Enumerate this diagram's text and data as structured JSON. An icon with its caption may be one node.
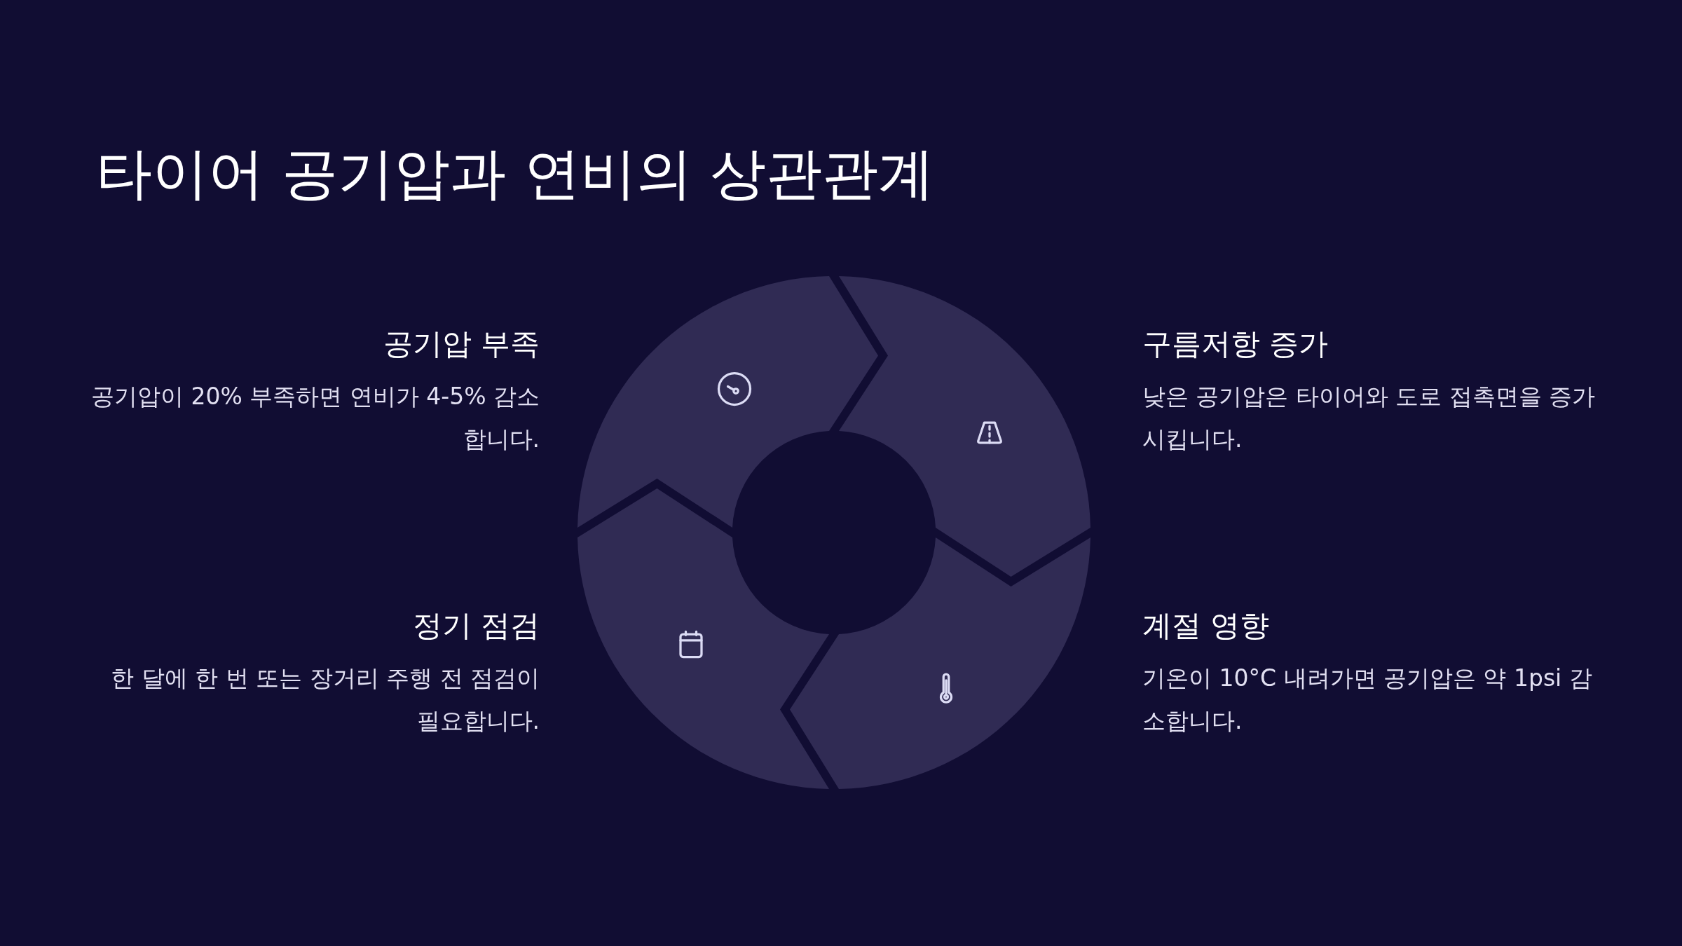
{
  "diagram": {
    "title": "타이어 공기압과 연비의 상관관계",
    "nodes": [
      {
        "text": [],
        "shape": "chevron",
        "beside": [
          "공기압 부족",
          "공기압이 20% 부족하면 연비가 4-5% 감소합니다."
        ]
      },
      {
        "text": [],
        "shape": "chevron",
        "beside": [
          "구름저항 증가",
          "낮은 공기압은 타이어와 도로 접촉면을 증가시킵니다."
        ]
      },
      {
        "text": [],
        "shape": "chevron",
        "beside": [
          "정기 점검",
          "한 달에 한 번 또는 장거리 주행 전 점검이 필요합니다."
        ]
      },
      {
        "text": [],
        "shape": "chevron",
        "beside": [
          "계절 영향",
          "기온이 10°C 내려가면 공기압은 약 1psi 감소합니다."
        ]
      }
    ]
  }
}
